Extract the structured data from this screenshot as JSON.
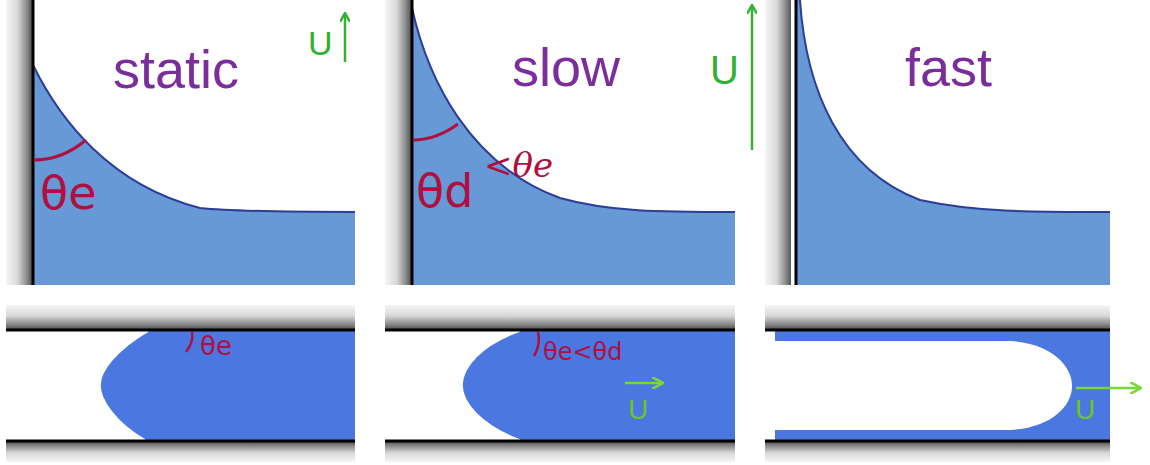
{
  "diagram": {
    "labels": [
      "static",
      "U",
      "θe",
      "slow",
      "U",
      "θd",
      "<θe",
      "fast",
      "θe",
      "θe<θd",
      "U",
      "U"
    ]
  }
}
